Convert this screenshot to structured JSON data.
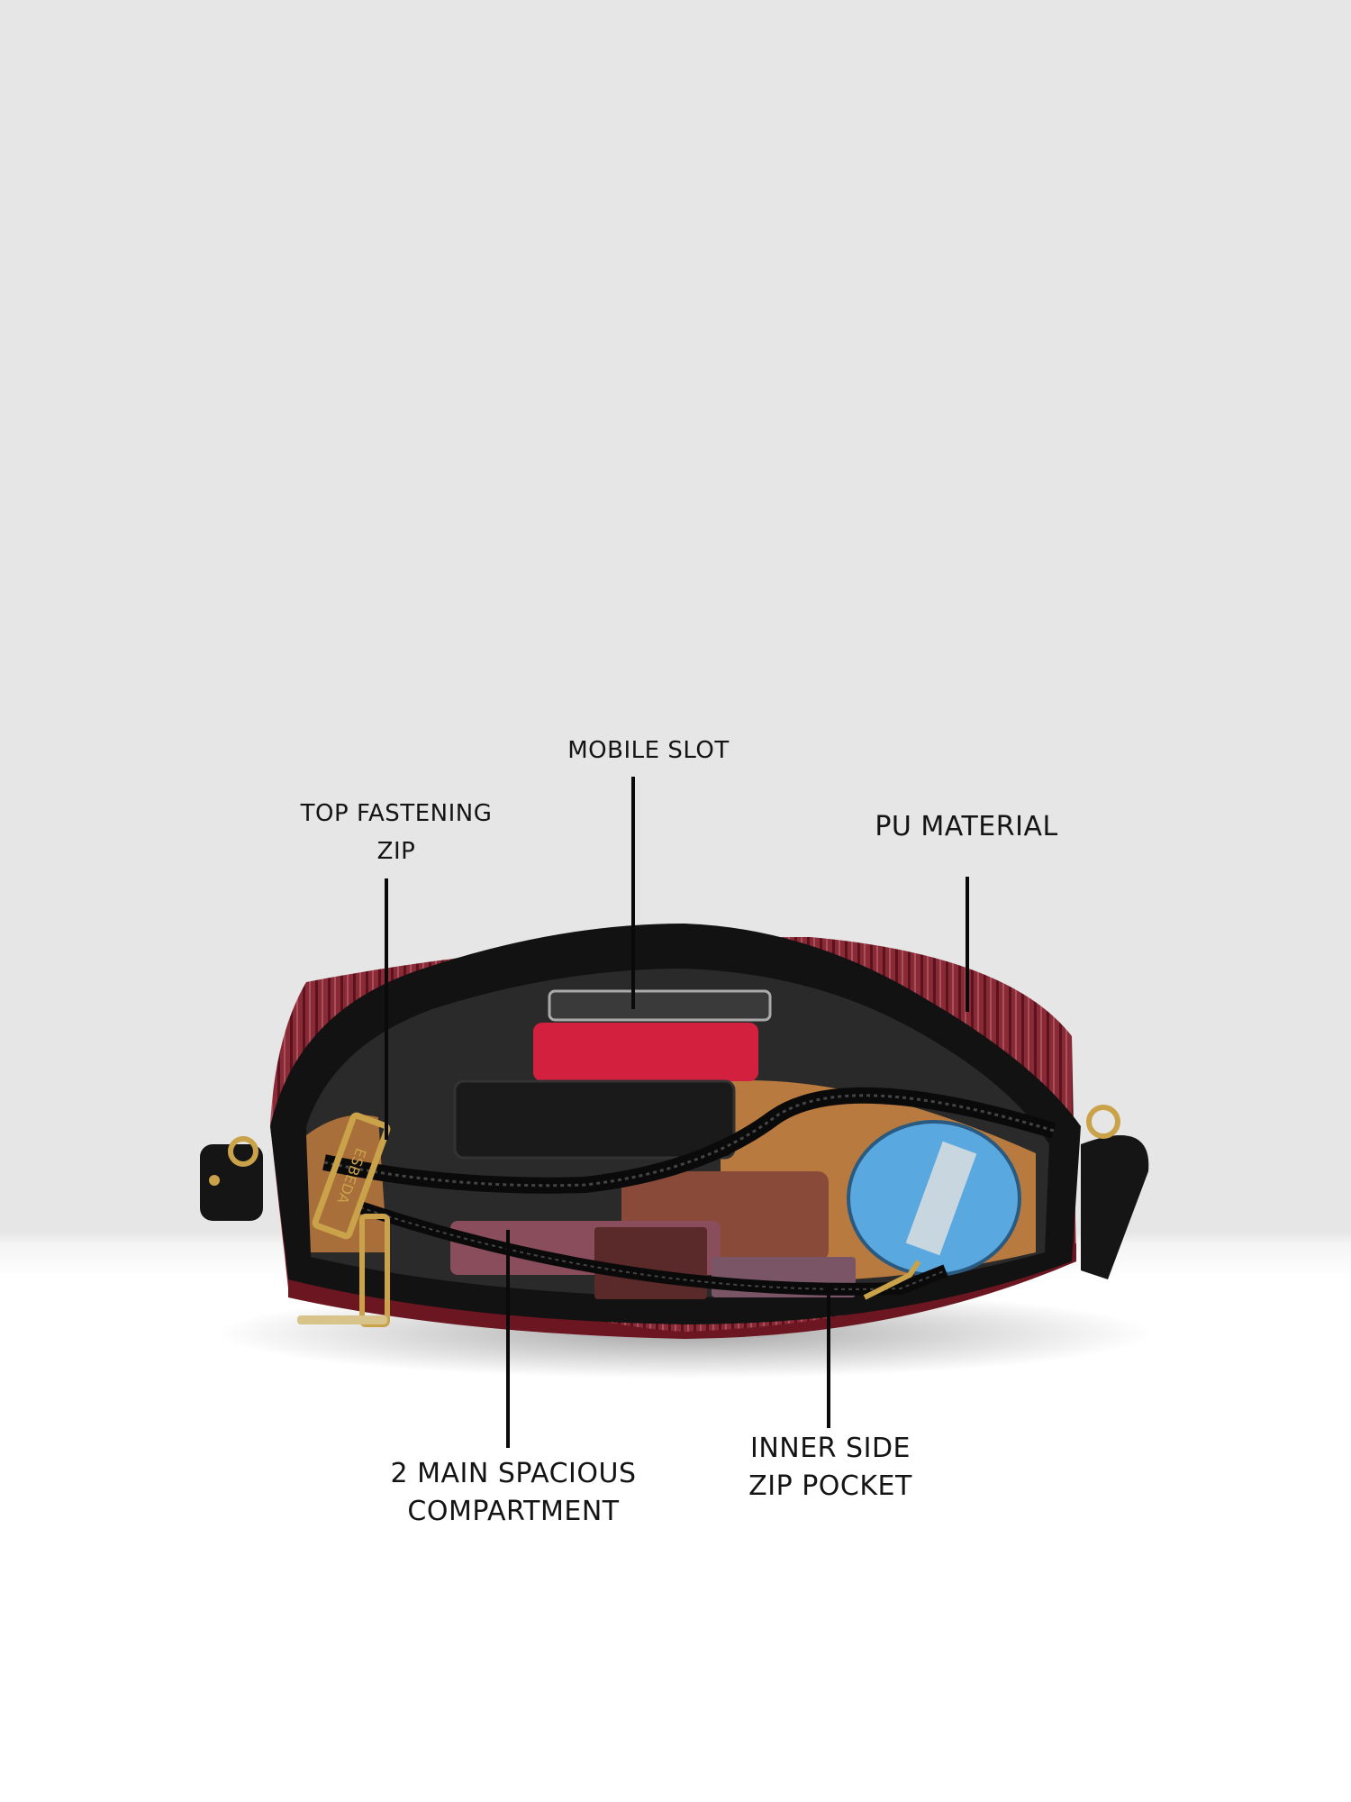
{
  "annotations": {
    "mobile_slot": "MOBILE SLOT",
    "top_fastening_zip": [
      "TOP FASTENING",
      "ZIP"
    ],
    "pu_material": "PU MATERIAL",
    "main_compartment": [
      "2 MAIN SPACIOUS",
      "COMPARTMENT"
    ],
    "inner_zip_pocket": [
      "INNER SIDE",
      "ZIP POCKET"
    ]
  },
  "brand_logo": "ESBEDA",
  "colors": {
    "background_top": "#e6e6e6",
    "background_bottom": "#ffffff",
    "bag_maroon": "#7a1f2b",
    "bag_black": "#111111",
    "lining_tan": "#b87a3e",
    "hardware_gold": "#c9a24a",
    "callout_line": "#0a0a0a"
  }
}
